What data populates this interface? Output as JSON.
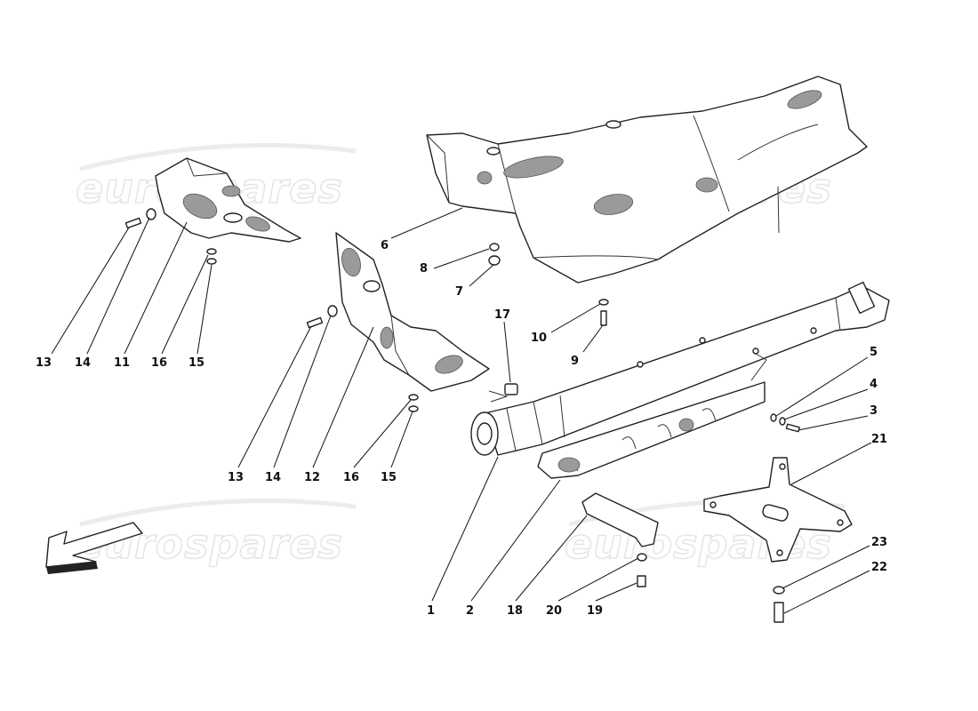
{
  "watermark": {
    "text": "eurospares"
  },
  "callouts": {
    "n1": "1",
    "n2": "2",
    "n3": "3",
    "n4": "4",
    "n5": "5",
    "n6": "6",
    "n7": "7",
    "n8": "8",
    "n9": "9",
    "n10": "10",
    "n11": "11",
    "n12": "12",
    "n13a": "13",
    "n13b": "13",
    "n14a": "14",
    "n14b": "14",
    "n15a": "15",
    "n15b": "15",
    "n16a": "16",
    "n16b": "16",
    "n17": "17",
    "n18": "18",
    "n19": "19",
    "n20": "20",
    "n21": "21",
    "n22": "22",
    "n23": "23"
  },
  "colors": {
    "line": "#222222",
    "mesh": "#9a9a9a",
    "watermark": "#e6e6e6"
  },
  "icons": {
    "direction_arrow": "front-direction-arrow-icon"
  }
}
